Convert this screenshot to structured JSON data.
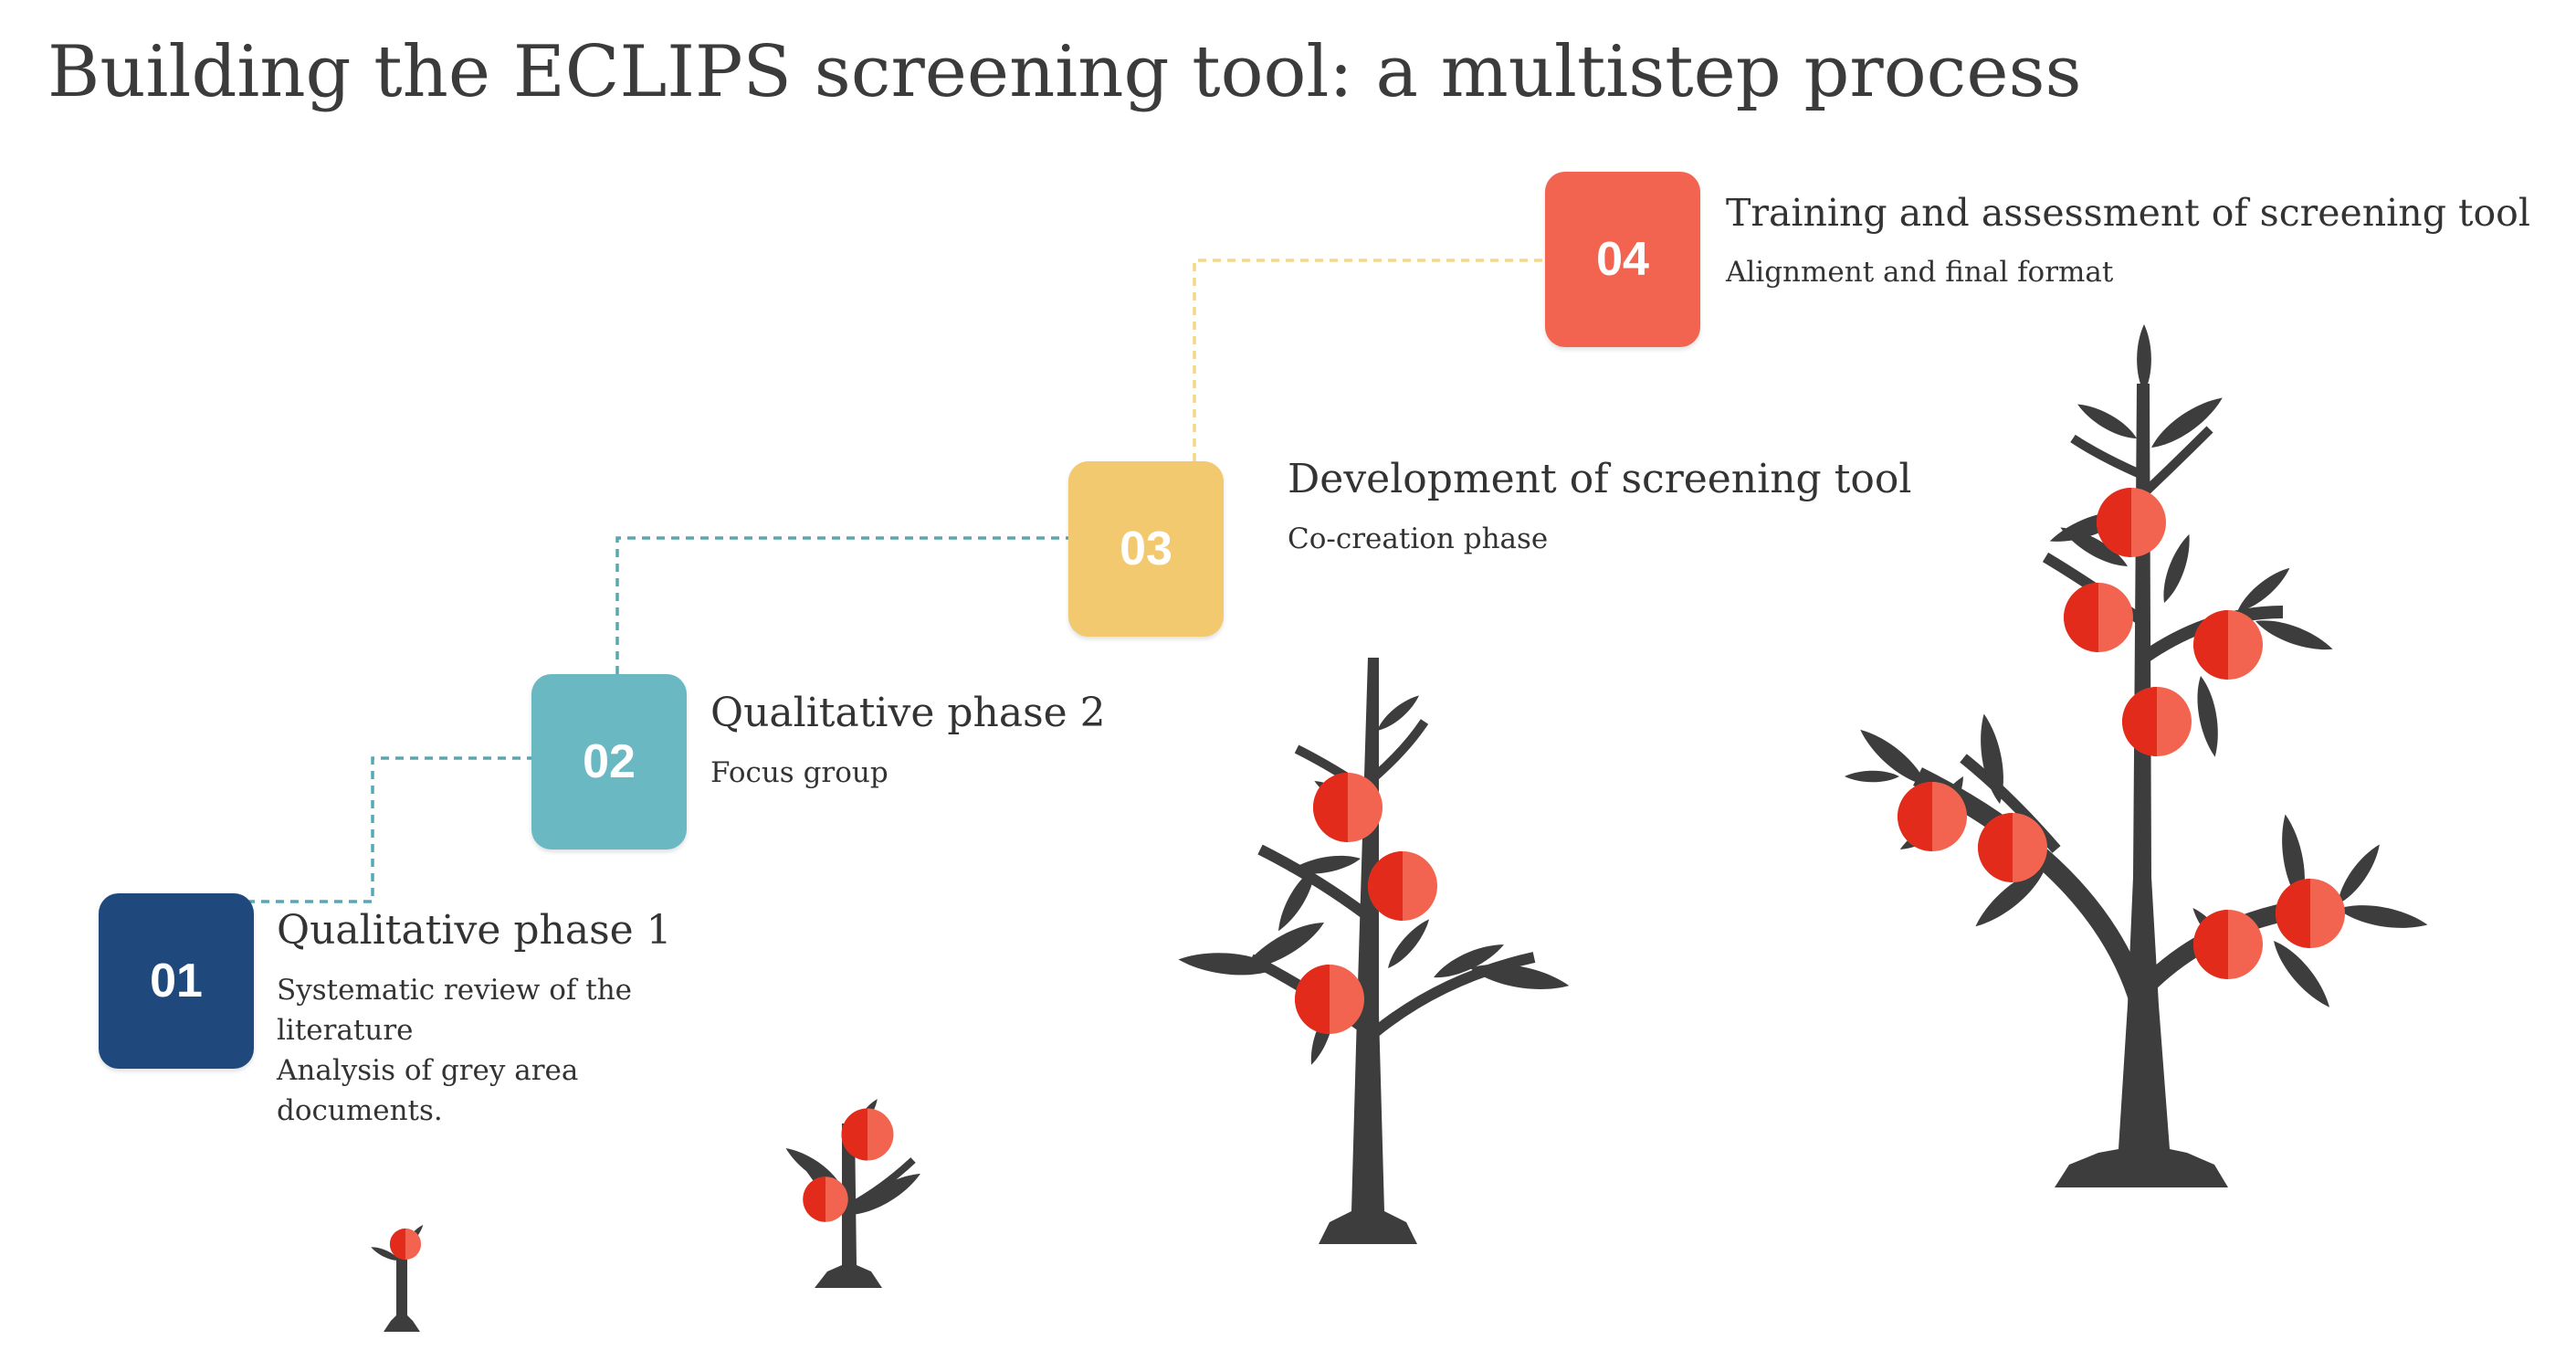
{
  "title": "Building the ECLIPS screening tool: a multistep process",
  "colors": {
    "step1": "#1f497d",
    "step2": "#6ab8c2",
    "step3": "#f2c96e",
    "step4": "#f26450",
    "tree": "#3d3d3d",
    "fruit_light": "#f26450",
    "fruit_dark": "#e32b1b",
    "connector_blue": "#5aa7b4",
    "connector_yellow": "#f3d88c"
  },
  "steps": [
    {
      "number": "01",
      "heading": "Qualitative phase 1",
      "details": [
        "Systematic review of the",
        "literature",
        "Analysis of grey area",
        "documents."
      ]
    },
    {
      "number": "02",
      "heading": "Qualitative phase 2",
      "details": [
        "Focus group"
      ]
    },
    {
      "number": "03",
      "heading": "Development of screening tool",
      "details": [
        "Co-creation phase"
      ]
    },
    {
      "number": "04",
      "heading": "Training and assessment of screening tool",
      "details": [
        "Alignment and final format"
      ]
    }
  ]
}
